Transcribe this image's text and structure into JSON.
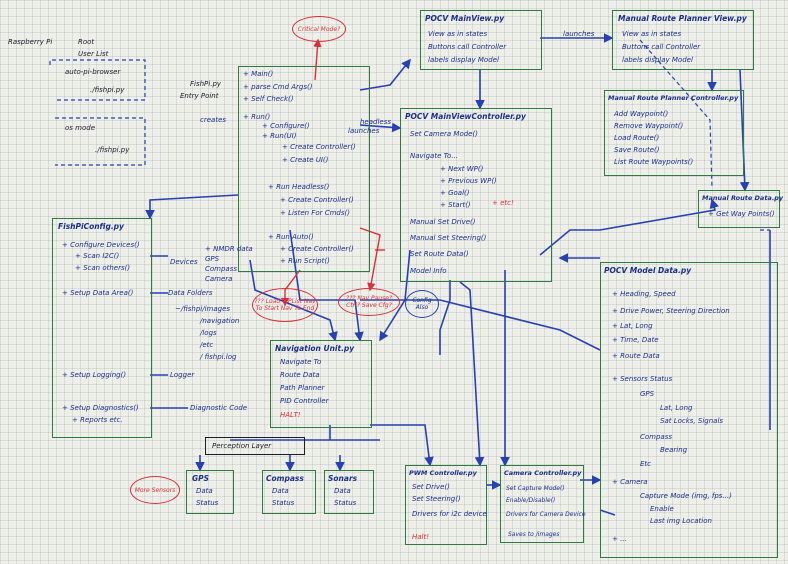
{
  "rpi": {
    "title": "Raspberry Pi",
    "root": "Root",
    "user": "User List",
    "autorun": "auto-pi-browser",
    "script1": "./fishpi.py",
    "os": "os mode",
    "script2": "./fishpi.py"
  },
  "entry": {
    "label1": "FishPi.py",
    "label2": "Entry Point"
  },
  "critical": "Critical Mode?",
  "main": {
    "items": [
      "+ Main()",
      "+ parse Cmd Args()",
      "+ Self Check()",
      "+ Run()",
      "+ Configure()",
      "+ Run(UI)",
      "+ Create Controller()",
      "+ Create UI()",
      "+ Run Headless()",
      "+ Create Controller()",
      "+ Listen For Cmds()",
      "+ Run Auto()",
      "+ Create Controller()",
      "+ Run Script()"
    ]
  },
  "conn": {
    "creates": "creates",
    "headless": "headless",
    "launches": "launches",
    "launches2": "launches"
  },
  "fishcfg": {
    "title": "FishPiConfig.py",
    "items": [
      "+ Configure Devices()",
      "+ Scan I2C()",
      "+ Scan others()",
      "+ Setup Data Area()",
      "+ Setup Logging()",
      "+ Setup Diagnostics()",
      "+ Reports etc."
    ],
    "devices": "Devices",
    "dev_list": [
      "+ NMDR data",
      "GPS",
      "Compass",
      "Camera"
    ],
    "data_folders": "Data Folders",
    "folders": [
      "~/fishpi/images",
      "/navigation",
      "/logs",
      "/etc",
      "/ fishpi.log"
    ],
    "logger": "Logger",
    "diag": "Diagnostic Code"
  },
  "mainview": {
    "title": "POCV MainView.py",
    "items": [
      "View as in states",
      "Buttons call Controller",
      "labels display Model"
    ]
  },
  "mainctrl": {
    "title": "POCV MainViewController.py",
    "items": [
      "Set Camera Mode()",
      "Navigate To...",
      "+ Next WP()",
      "+ Previous WP()",
      "+ Goal()",
      "+ Start()",
      "Manual Set Drive()",
      "Manual Set Steering()",
      "Set Route Data()",
      "Model Info"
    ],
    "tag": "+ etc!"
  },
  "routeview": {
    "title": "Manual Route Planner View.py",
    "items": [
      "View as in states",
      "Buttons call Controller",
      "labels display Model"
    ]
  },
  "routectrl": {
    "title": "Manual Route Planner Controller.py",
    "items": [
      "Add Waypoint()",
      "Remove Waypoint()",
      "Load Route()",
      "Save Route()",
      "List Route Waypoints()"
    ]
  },
  "routedata": {
    "title": "Manual Route Data.py",
    "item": "+ Get Way Points()"
  },
  "modeldata": {
    "title": "POCV Model Data.py",
    "items": [
      "+ Heading, Speed",
      "+ Drive Power, Steering Direction",
      "+ Lat, Long",
      "+ Time, Date",
      "+ Route Data",
      "+ Sensors Status",
      "GPS",
      "Lat, Long",
      "Sat Locks, Signals",
      "Compass",
      "Bearing",
      "Etc",
      "+ Camera",
      "Capture Mode (img, fps...)",
      "Enable",
      "Last img Location",
      "+ ..."
    ]
  },
  "navunit": {
    "title": "Navigation Unit.py",
    "items": [
      "Navigate To",
      "Route Data",
      "Path Planner",
      "PID Controller",
      "HALT!"
    ]
  },
  "perception": "Perception Layer",
  "gps": {
    "title": "GPS",
    "items": [
      "Data",
      "Status"
    ]
  },
  "compass": {
    "title": "Compass",
    "items": [
      "Data",
      "Status"
    ]
  },
  "sonar": {
    "title": "Sonars",
    "items": [
      "Data",
      "Status"
    ]
  },
  "more": "More Sensors",
  "pwm": {
    "title": "PWM Controller.py",
    "items": [
      "Set Drive()",
      "Set Steering()",
      "Drivers for i2c device",
      "Halt!"
    ]
  },
  "camera": {
    "title": "Camera Controller.py",
    "items": [
      "Set Capture Mode()",
      "Enable/Disable()",
      "Drivers for Camera Device"
    ],
    "sub": "Saves to /images"
  },
  "clouds": {
    "load": "??? Load WPList Nav To Start Nav To End",
    "halt": "??? Nav Pause? Ctrl? Save Cfg?",
    "config": "Config Also"
  }
}
